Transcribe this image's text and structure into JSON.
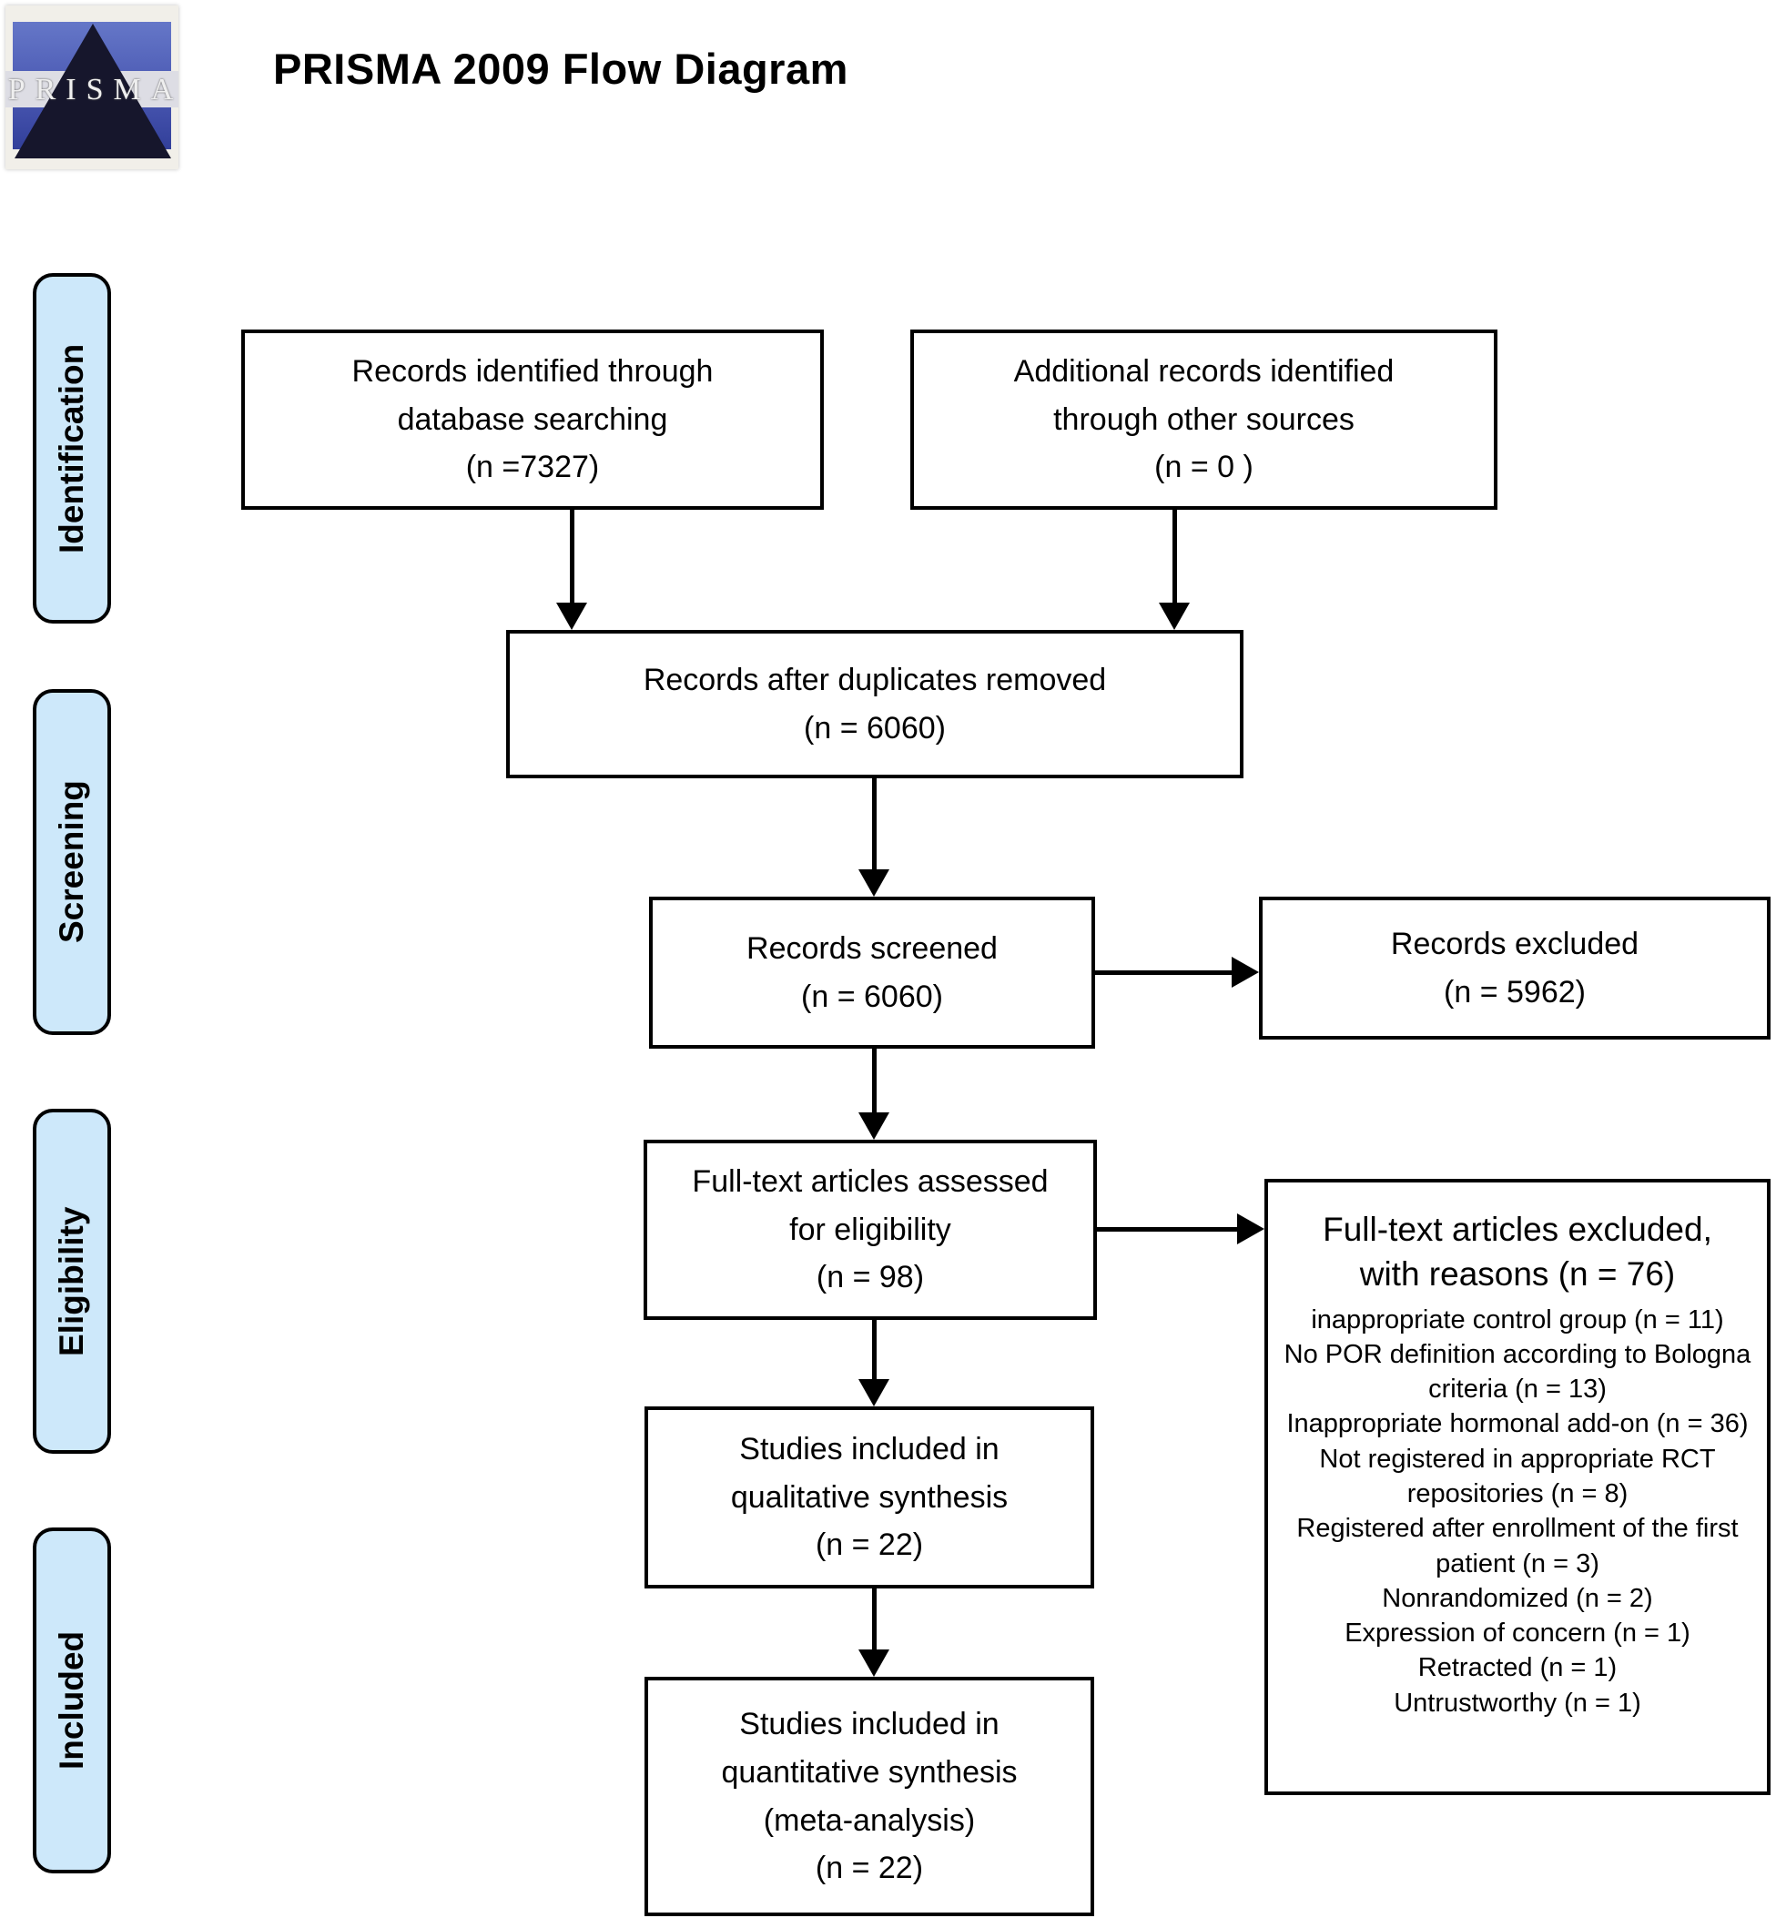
{
  "header": {
    "title": "PRISMA 2009 Flow Diagram",
    "logo_text": "PRISMA"
  },
  "sidebar": {
    "labels": [
      {
        "id": "identification",
        "label": "Identification"
      },
      {
        "id": "screening",
        "label": "Screening"
      },
      {
        "id": "eligibility",
        "label": "Eligibility"
      },
      {
        "id": "included",
        "label": "Included"
      }
    ]
  },
  "flow": {
    "records_identified": {
      "lines": [
        "Records identified through",
        "database searching",
        "(n =7327)"
      ]
    },
    "additional_records": {
      "lines": [
        "Additional records identified",
        "through other sources",
        "(n = 0 )"
      ]
    },
    "after_duplicates": {
      "lines": [
        "Records after duplicates removed",
        "(n = 6060)"
      ]
    },
    "records_screened": {
      "lines": [
        "Records screened",
        "(n = 6060)"
      ]
    },
    "records_excluded": {
      "lines": [
        "Records excluded",
        "(n = 5962)"
      ]
    },
    "fulltext_assessed": {
      "lines": [
        "Full-text articles assessed",
        "for eligibility",
        "(n = 98)"
      ]
    },
    "fulltext_excluded": {
      "heading_lines": [
        "Full-text articles excluded,",
        "with reasons (n = 76)"
      ],
      "reasons": [
        "inappropriate control group (n = 11)",
        "No POR definition according to Bologna criteria (n = 13)",
        "Inappropriate hormonal add-on (n = 36)",
        "Not registered in appropriate RCT repositories (n = 8)",
        "Registered after enrollment of the first patient (n = 3)",
        "Nonrandomized (n = 2)",
        "Expression of concern (n = 1)",
        "Retracted (n = 1)",
        "Untrustworthy (n = 1)"
      ]
    },
    "qualitative": {
      "lines": [
        "Studies included in",
        "qualitative synthesis",
        "(n = 22)"
      ]
    },
    "quantitative": {
      "lines": [
        "Studies included in",
        "quantitative synthesis",
        "(meta-analysis)",
        "(n = 22)"
      ]
    }
  },
  "colors": {
    "stage_fill": "#cde8fa",
    "box_border": "#000000",
    "logo_blue": "#4a58b2",
    "logo_triangle": "#16162c"
  }
}
